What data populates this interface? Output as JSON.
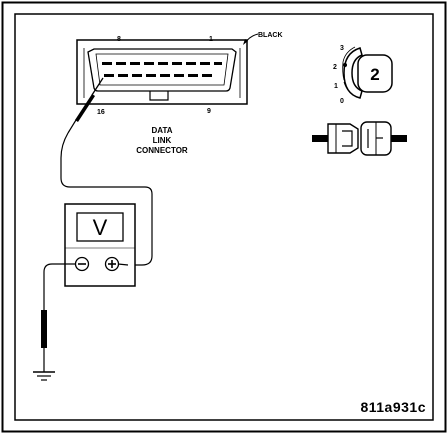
{
  "connector": {
    "color_label": "BLACK",
    "pin_top_left": "8",
    "pin_top_right": "1",
    "pin_bottom_left": "16",
    "pin_bottom_right": "9",
    "name_line1": "DATA",
    "name_line2": "LINK",
    "name_line3": "CONNECTOR"
  },
  "meter": {
    "display": "V",
    "neg_symbol": "−",
    "pos_symbol": "+"
  },
  "key_switch": {
    "pos_3": "3",
    "pos_2": "2",
    "pos_1": "1",
    "pos_0": "0",
    "key_number": "2"
  },
  "figure_id": "811a931c"
}
